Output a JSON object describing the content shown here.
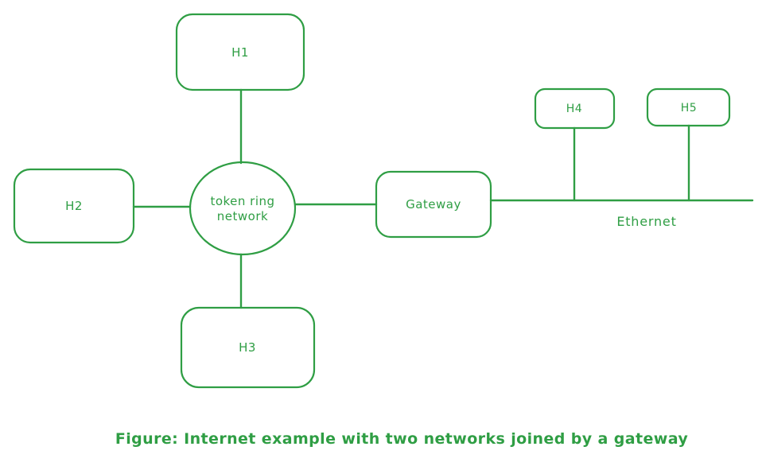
{
  "diagram": {
    "stroke_color": "#2f9e44",
    "background_color": "#ffffff",
    "nodes": {
      "h1": {
        "label": "H1"
      },
      "h2": {
        "label": "H2"
      },
      "h3": {
        "label": "H3"
      },
      "h4": {
        "label": "H4"
      },
      "h5": {
        "label": "H5"
      },
      "gateway": {
        "label": "Gateway"
      },
      "token_ring": {
        "label_line1": "token ring",
        "label_line2": "network"
      }
    },
    "bus": {
      "ethernet_label": "Ethernet"
    },
    "caption": "Figure: Internet example with two networks joined by a gateway"
  }
}
